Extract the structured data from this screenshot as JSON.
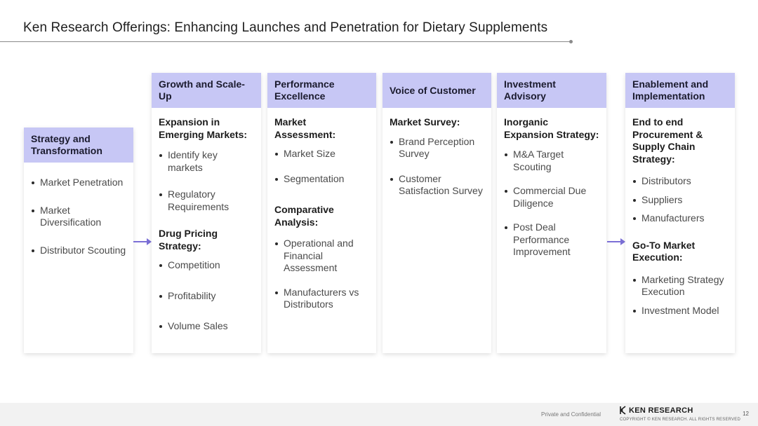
{
  "title": "Ken Research Offerings: Enhancing Launches and Penetration for Dietary Supplements",
  "columns": [
    {
      "header": "Strategy and Transformation",
      "sections": [
        {
          "heading": "",
          "items": [
            "Market Penetration",
            "Market Diversification",
            "Distributor Scouting"
          ]
        }
      ]
    },
    {
      "header": "Growth and Scale-Up",
      "sections": [
        {
          "heading": "Expansion in Emerging Markets:",
          "items": [
            "Identify key markets",
            "Regulatory Requirements"
          ]
        },
        {
          "heading": "Drug Pricing Strategy:",
          "items": [
            "Competition",
            "Profitability",
            "Volume Sales"
          ]
        }
      ]
    },
    {
      "header": "Performance Excellence",
      "sections": [
        {
          "heading": "Market Assessment:",
          "items": [
            "Market Size",
            "Segmentation"
          ]
        },
        {
          "heading": "Comparative Analysis:",
          "items": [
            "Operational and Financial Assessment",
            "Manufacturers vs Distributors"
          ]
        }
      ]
    },
    {
      "header": "Voice of Customer",
      "sections": [
        {
          "heading": "Market Survey:",
          "items": [
            "Brand Perception Survey",
            "Customer Satisfaction Survey"
          ]
        }
      ]
    },
    {
      "header": "Investment Advisory",
      "sections": [
        {
          "heading": "Inorganic Expansion Strategy:",
          "items": [
            "M&A Target Scouting",
            "Commercial Due Diligence",
            "Post Deal Performance Improvement"
          ]
        }
      ]
    },
    {
      "header": "Enablement and Implementation",
      "sections": [
        {
          "heading": "End to end Procurement & Supply Chain Strategy:",
          "items": [
            "Distributors",
            "Suppliers",
            "Manufacturers"
          ]
        },
        {
          "heading": "Go-To Market Execution:",
          "items": [
            "Marketing Strategy Execution",
            "Investment Model"
          ]
        }
      ]
    }
  ],
  "footer": {
    "private": "Private and Confidential",
    "logo_text": "KEN RESEARCH",
    "copyright": "COPYRIGHT © KEN RESEARCH. ALL RIGHTS RESERVED",
    "page_number": "12"
  },
  "colors": {
    "header_bg": "#c7c7f5",
    "arrow": "#7b6fd6"
  },
  "icons": {
    "logo": "ken-research-logo-icon",
    "arrow": "arrow-right-icon"
  }
}
